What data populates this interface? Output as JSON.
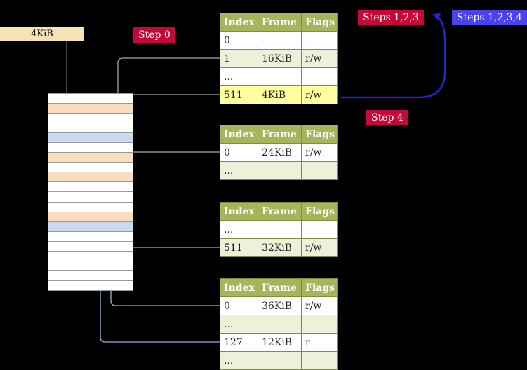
{
  "colors": {
    "background": "#000000",
    "box_tan": "#f5e3b3",
    "crimson": "#c4093a",
    "blue_label": "#4a42ea",
    "table_header_bg": "#a5b65a",
    "table_border": "#7d8f3e",
    "row_alt": "#eef0da",
    "row_highlight": "#ffffa0",
    "stack_orange": "#f9ddbd",
    "stack_blue": "#c9daf0",
    "stack_grid": "#999999",
    "arrow_gray": "#a6a6a6",
    "arrow_dark": "#5f5f5f",
    "arrow_lightblue": "#93b1e3",
    "arrow_darkblue": "#2525cd"
  },
  "labels": {
    "frame_box": "4KiB",
    "step0": "Step 0",
    "steps123": "Steps 1,2,3",
    "steps1234": "Steps 1,2,3,4",
    "step4": "Step 4"
  },
  "icons": {
    "cr3_arrow": "down-arrow",
    "recursive_loop_arrow": "curved-loop-arrow",
    "entry_pointer_arrows": "elbow-arrow",
    "page_pointer_arrows": "elbow-arrow"
  },
  "tables": [
    {
      "id": "page-table-level4",
      "headers": [
        "Index",
        "Frame",
        "Flags"
      ],
      "rows": [
        {
          "index": "0",
          "frame": "-",
          "flags": "-",
          "style": "white"
        },
        {
          "index": "1",
          "frame": "16KiB",
          "flags": "r/w",
          "style": "alt"
        },
        {
          "index": "...",
          "frame": "",
          "flags": "",
          "style": "white"
        },
        {
          "index": "511",
          "frame": "4KiB",
          "flags": "r/w",
          "style": "highlight"
        }
      ]
    },
    {
      "id": "page-table-level3",
      "headers": [
        "Index",
        "Frame",
        "Flags"
      ],
      "rows": [
        {
          "index": "0",
          "frame": "24KiB",
          "flags": "r/w",
          "style": "white"
        },
        {
          "index": "...",
          "frame": "",
          "flags": "",
          "style": "alt"
        }
      ]
    },
    {
      "id": "page-table-level2",
      "headers": [
        "Index",
        "Frame",
        "Flags"
      ],
      "rows": [
        {
          "index": "...",
          "frame": "",
          "flags": "",
          "style": "white"
        },
        {
          "index": "511",
          "frame": "32KiB",
          "flags": "r/w",
          "style": "alt"
        }
      ]
    },
    {
      "id": "page-table-level1",
      "headers": [
        "Index",
        "Frame",
        "Flags"
      ],
      "rows": [
        {
          "index": "0",
          "frame": "36KiB",
          "flags": "r/w",
          "style": "white"
        },
        {
          "index": "...",
          "frame": "",
          "flags": "",
          "style": "alt"
        },
        {
          "index": "127",
          "frame": "12KiB",
          "flags": "r",
          "style": "white"
        },
        {
          "index": "...",
          "frame": "",
          "flags": "",
          "style": "alt"
        }
      ]
    }
  ],
  "memory_stack": {
    "rows": [
      "white",
      "orange",
      "white",
      "white",
      "blue",
      "white",
      "orange",
      "white",
      "orange",
      "white",
      "white",
      "white",
      "orange",
      "blue",
      "white",
      "white",
      "white",
      "white",
      "white",
      "white"
    ]
  }
}
